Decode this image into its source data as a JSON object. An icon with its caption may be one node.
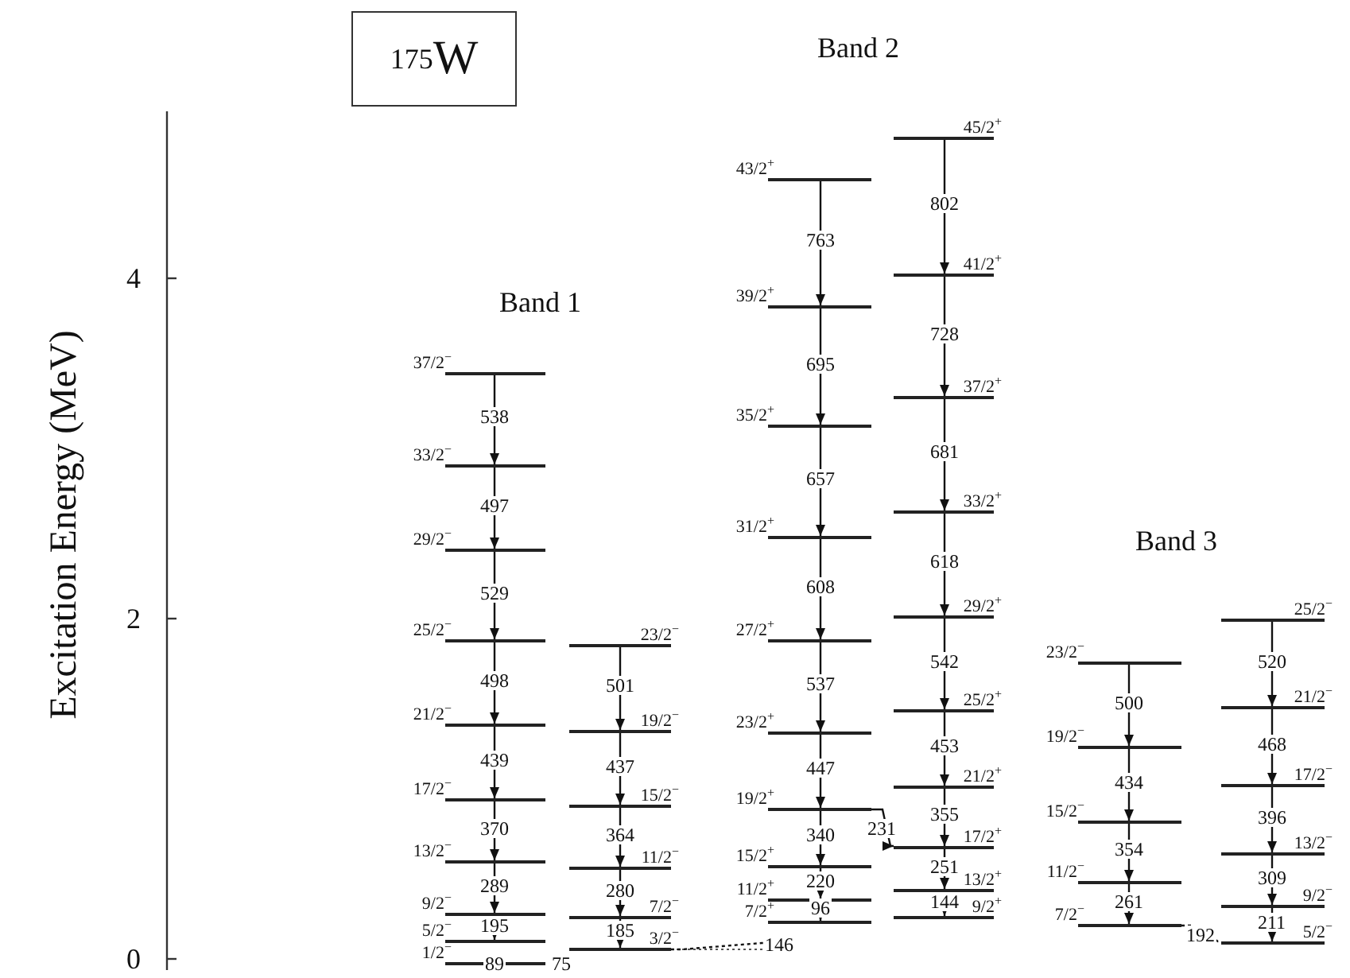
{
  "diagram": {
    "title": "$^{175}$W",
    "nodes": [
      {
        "text": [],
        "shape": "bar",
        "beside": [
          "37/2$^{−}$"
        ]
      },
      {
        "text": [],
        "shape": "bar",
        "beside": [
          "33/2$^{−}$"
        ]
      },
      {
        "text": [],
        "shape": "bar",
        "beside": [
          "29/2$^{−}$"
        ]
      },
      {
        "text": [],
        "shape": "bar",
        "beside": [
          "25/2$^{−}$"
        ]
      },
      {
        "text": [],
        "shape": "bar",
        "beside": [
          "21/2$^{−}$"
        ]
      },
      {
        "text": [],
        "shape": "bar",
        "beside": [
          "17/2$^{−}$"
        ]
      },
      {
        "text": [],
        "shape": "bar",
        "beside": [
          "13/2$^{−}$"
        ]
      },
      {
        "text": [],
        "shape": "bar",
        "beside": [
          "9/2$^{−}$"
        ]
      },
      {
        "text": [],
        "shape": "bar",
        "beside": [
          "5/2$^{−}$"
        ]
      },
      {
        "text": [],
        "shape": "bar",
        "beside": [
          "1/2$^{−}$"
        ]
      },
      {
        "text": [],
        "shape": "bar",
        "beside": [
          "23/2$^{−}$"
        ]
      },
      {
        "text": [],
        "shape": "bar",
        "beside": [
          "19/2$^{−}$"
        ]
      },
      {
        "text": [],
        "shape": "bar",
        "beside": [
          "15/2$^{−}$"
        ]
      },
      {
        "text": [],
        "shape": "bar",
        "beside": [
          "11/2$^{−}$"
        ]
      },
      {
        "text": [],
        "shape": "bar",
        "beside": [
          "7/2$^{−}$"
        ]
      },
      {
        "text": [],
        "shape": "bar",
        "beside": [
          "3/2$^{−}$"
        ]
      },
      {
        "text": [],
        "shape": "bar",
        "beside": [
          "43/2$^{+}$"
        ]
      },
      {
        "text": [],
        "shape": "bar",
        "beside": [
          "39/2$^{+}$"
        ]
      },
      {
        "text": [],
        "shape": "bar",
        "beside": [
          "35/2$^{+}$"
        ]
      },
      {
        "text": [],
        "shape": "bar",
        "beside": [
          "31/2$^{+}$"
        ]
      },
      {
        "text": [],
        "shape": "bar",
        "beside": [
          "27/2$^{+}$"
        ]
      },
      {
        "text": [],
        "shape": "bar",
        "beside": [
          "23/2$^{+}$"
        ]
      },
      {
        "text": [],
        "shape": "bar",
        "beside": [
          "19/2$^{+}$"
        ]
      },
      {
        "text": [],
        "shape": "bar",
        "beside": [
          "15/2$^{+}$"
        ]
      },
      {
        "text": [],
        "shape": "bar",
        "beside": [
          "11/2$^{+}$"
        ]
      },
      {
        "text": [],
        "shape": "bar",
        "beside": [
          "7/2$^{+}$"
        ]
      },
      {
        "text": [],
        "shape": "bar",
        "beside": [
          "45/2$^{+}$"
        ]
      },
      {
        "text": [],
        "shape": "bar",
        "beside": [
          "41/2$^{+}$"
        ]
      },
      {
        "text": [],
        "shape": "bar",
        "beside": [
          "37/2$^{+}$"
        ]
      },
      {
        "text": [],
        "shape": "bar",
        "beside": [
          "33/2$^{+}$"
        ]
      },
      {
        "text": [],
        "shape": "bar",
        "beside": [
          "29/2$^{+}$"
        ]
      },
      {
        "text": [],
        "shape": "bar",
        "beside": [
          "25/2$^{+}$"
        ]
      },
      {
        "text": [],
        "shape": "bar",
        "beside": [
          "21/2$^{+}$"
        ]
      },
      {
        "text": [],
        "shape": "bar",
        "beside": [
          "17/2$^{+}$"
        ]
      },
      {
        "text": [],
        "shape": "bar",
        "beside": [
          "13/2$^{+}$"
        ]
      },
      {
        "text": [],
        "shape": "bar",
        "beside": [
          "9/2$^{+}$"
        ]
      },
      {
        "text": [],
        "shape": "bar",
        "beside": [
          "23/2$^{−}$"
        ]
      },
      {
        "text": [],
        "shape": "bar",
        "beside": [
          "19/2$^{−}$"
        ]
      },
      {
        "text": [],
        "shape": "bar",
        "beside": [
          "15/2$^{−}$"
        ]
      },
      {
        "text": [],
        "shape": "bar",
        "beside": [
          "11/2$^{−}$"
        ]
      },
      {
        "text": [],
        "shape": "bar",
        "beside": [
          "7/2$^{−}$"
        ]
      },
      {
        "text": [],
        "shape": "bar",
        "beside": [
          "25/2$^{−}$"
        ]
      },
      {
        "text": [],
        "shape": "bar",
        "beside": [
          "21/2$^{−}$"
        ]
      },
      {
        "text": [],
        "shape": "bar",
        "beside": [
          "17/2$^{−}$"
        ]
      },
      {
        "text": [],
        "shape": "bar",
        "beside": [
          "13/2$^{−}$"
        ]
      },
      {
        "text": [],
        "shape": "bar",
        "beside": [
          "9/2$^{−}$"
        ]
      },
      {
        "text": [],
        "shape": "bar",
        "beside": [
          "5/2$^{−}$"
        ]
      },
      {
        "text": [
          "146"
        ]
      }
    ],
    "edges": [
      {
        "from": 0,
        "to": 1,
        "arrow": "to",
        "label": "538"
      },
      {
        "from": 1,
        "to": 2,
        "arrow": "to",
        "label": "497"
      },
      {
        "from": 2,
        "to": 3,
        "arrow": "to",
        "label": "529"
      },
      {
        "from": 3,
        "to": 4,
        "arrow": "to",
        "label": "498"
      },
      {
        "from": 4,
        "to": 5,
        "arrow": "to",
        "label": "439"
      },
      {
        "from": 5,
        "to": 6,
        "arrow": "to",
        "label": "370"
      },
      {
        "from": 6,
        "to": 7,
        "arrow": "to",
        "label": "289"
      },
      {
        "from": 7,
        "to": 8,
        "arrow": "to",
        "label": "195"
      },
      {
        "from": 10,
        "to": 11,
        "arrow": "to",
        "label": "501"
      },
      {
        "from": 11,
        "to": 12,
        "arrow": "to",
        "label": "437"
      },
      {
        "from": 12,
        "to": 13,
        "arrow": "to",
        "label": "364"
      },
      {
        "from": 13,
        "to": 14,
        "arrow": "to",
        "label": "280"
      },
      {
        "from": 14,
        "to": 15,
        "arrow": "to",
        "label": "185"
      },
      {
        "from": 16,
        "to": 17,
        "arrow": "to",
        "label": "763"
      },
      {
        "from": 17,
        "to": 18,
        "arrow": "to",
        "label": "695"
      },
      {
        "from": 18,
        "to": 19,
        "arrow": "to",
        "label": "657"
      },
      {
        "from": 19,
        "to": 20,
        "arrow": "to",
        "label": "608"
      },
      {
        "from": 20,
        "to": 21,
        "arrow": "to",
        "label": "537"
      },
      {
        "from": 21,
        "to": 22,
        "arrow": "to",
        "label": "447"
      },
      {
        "from": 22,
        "to": 23,
        "arrow": "to",
        "label": "340"
      },
      {
        "from": 23,
        "to": 24,
        "arrow": "to",
        "label": "220"
      },
      {
        "from": 24,
        "to": 25,
        "arrow": "to",
        "label": "96"
      },
      {
        "from": 26,
        "to": 27,
        "arrow": "to",
        "label": "802"
      },
      {
        "from": 27,
        "to": 28,
        "arrow": "to",
        "label": "728"
      },
      {
        "from": 28,
        "to": 29,
        "arrow": "to",
        "label": "681"
      },
      {
        "from": 29,
        "to": 30,
        "arrow": "to",
        "label": "618"
      },
      {
        "from": 30,
        "to": 31,
        "arrow": "to",
        "label": "542"
      },
      {
        "from": 31,
        "to": 32,
        "arrow": "to",
        "label": "453"
      },
      {
        "from": 32,
        "to": 33,
        "arrow": "to",
        "label": "355"
      },
      {
        "from": 33,
        "to": 34,
        "arrow": "to",
        "label": "251"
      },
      {
        "from": 34,
        "to": 35,
        "arrow": "to",
        "label": "144"
      },
      {
        "from": 22,
        "to": 33,
        "arrow": "to",
        "label": "231"
      },
      {
        "from": 36,
        "to": 37,
        "arrow": "to",
        "label": "500"
      },
      {
        "from": 37,
        "to": 38,
        "arrow": "to",
        "label": "434"
      },
      {
        "from": 38,
        "to": 39,
        "arrow": "to",
        "label": "354"
      },
      {
        "from": 39,
        "to": 40,
        "arrow": "to",
        "label": "261"
      },
      {
        "from": 41,
        "to": 42,
        "arrow": "to",
        "label": "520"
      },
      {
        "from": 42,
        "to": 43,
        "arrow": "to",
        "label": "468"
      },
      {
        "from": 43,
        "to": 44,
        "arrow": "to",
        "label": "396"
      },
      {
        "from": 44,
        "to": 45,
        "arrow": "to",
        "label": "309"
      },
      {
        "from": 45,
        "to": 46,
        "arrow": "to",
        "label": "211"
      },
      {
        "from": 40,
        "to": 46,
        "arrow": "none",
        "label": "192",
        "style": "dashed"
      },
      {
        "from": 15,
        "to": 47,
        "arrow": "none",
        "style": "dashed"
      }
    ],
    "labels": [
      "Excitation Energy (MeV)",
      "Band 2",
      "4",
      "Band 1",
      "Band 3",
      "2",
      "0",
      "89",
      "75"
    ]
  }
}
